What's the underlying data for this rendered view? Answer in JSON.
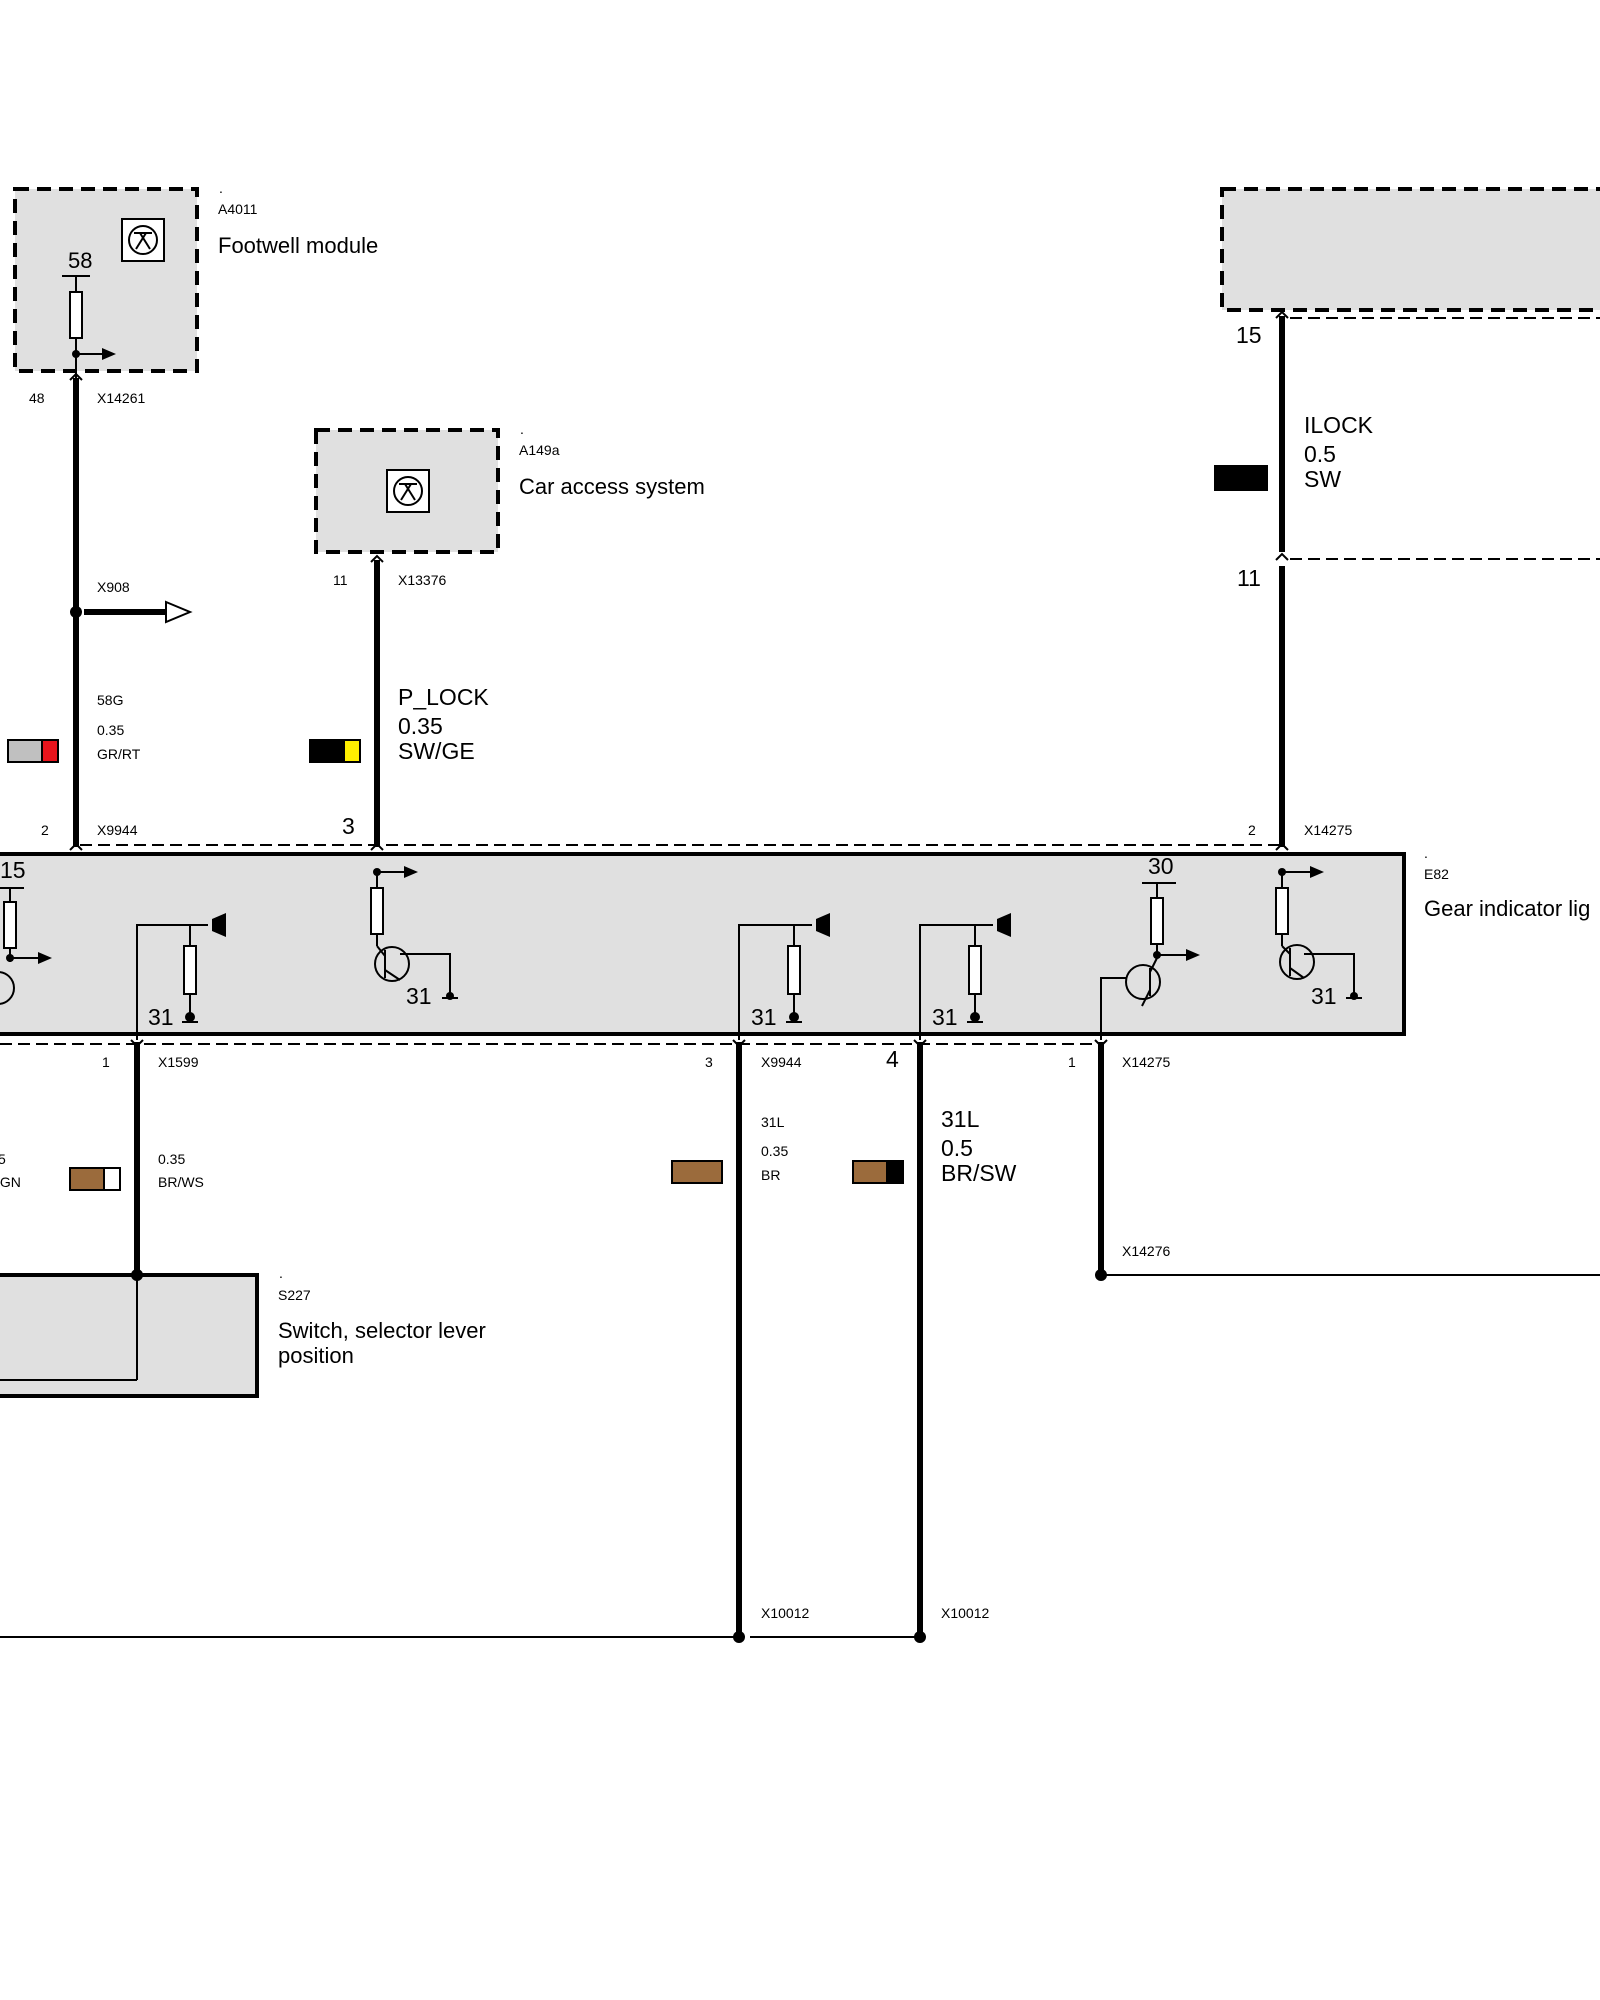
{
  "components": {
    "footwell": {
      "dot": ".",
      "id": "A4011",
      "name": "Footwell module",
      "pin_internal": "58"
    },
    "car_access": {
      "dot": ".",
      "id": "A149a",
      "name": "Car access system"
    },
    "gear_indicator": {
      "dot": ".",
      "id": "E82",
      "name": "Gear indicator lig",
      "pin_15": "15",
      "pin_30": "30",
      "ground_1": "31",
      "ground_2": "31",
      "ground_3": "31",
      "ground_4": "31",
      "ground_5": "31"
    },
    "switch_selector": {
      "dot": ".",
      "id": "S227",
      "name_line1": "Switch, selector lever",
      "name_line2": "position"
    }
  },
  "wires": {
    "w58g": {
      "top_pin": "48",
      "top_connector": "X14261",
      "splice": "X908",
      "signal": "58G",
      "size": "0.35",
      "color": "GR/RT",
      "bottom_pin": "2",
      "bottom_connector": "X9944",
      "color_hex": [
        "#c0c0c0",
        "#e8141c"
      ]
    },
    "wplock": {
      "top_pin": "11",
      "top_connector": "X13376",
      "signal": "P_LOCK",
      "size": "0.35",
      "color": "SW/GE",
      "bottom_pin": "3",
      "color_hex": [
        "#000000",
        "#ffef00"
      ]
    },
    "wilock": {
      "top_pin": "15",
      "mid_pin": "11",
      "signal": "ILOCK",
      "size": "0.5",
      "color": "SW",
      "bottom_pin": "2",
      "bottom_connector": "X14275",
      "color_hex": [
        "#000000"
      ]
    },
    "wbrws": {
      "top_pin": "1",
      "top_connector": "X1599",
      "size": "0.35",
      "color": "BR/WS",
      "left_partial_size": "5",
      "left_partial_color": "/GN",
      "color_hex": [
        "#9b6b3c",
        "#ffffff"
      ]
    },
    "w31l_a": {
      "top_pin": "3",
      "top_connector": "X9944",
      "signal": "31L",
      "size": "0.35",
      "color": "BR",
      "bottom_connector": "X10012",
      "color_hex": [
        "#9b6b3c"
      ]
    },
    "w31l_b": {
      "top_pin": "4",
      "signal": "31L",
      "size": "0.5",
      "color": "BR/SW",
      "bottom_connector": "X10012",
      "color_hex": [
        "#9b6b3c",
        "#000000"
      ]
    },
    "wx14275": {
      "top_pin": "1",
      "top_connector": "X14275",
      "bottom_connector": "X14276"
    }
  }
}
